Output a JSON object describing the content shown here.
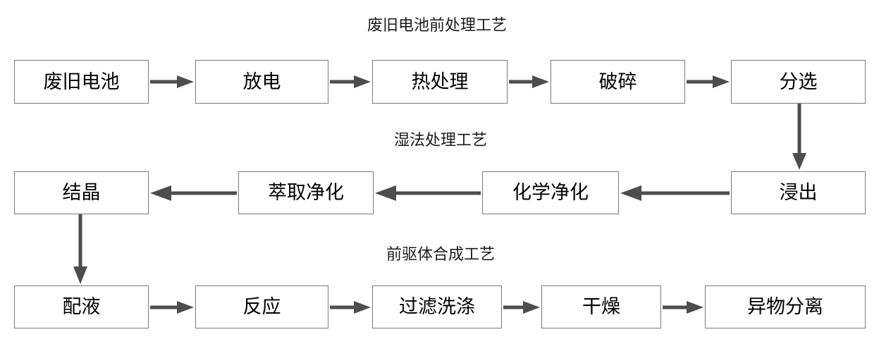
{
  "diagram": {
    "title_color": "#1a1a1a",
    "box_border_color": "#7a7a7a",
    "arrow_color": "#4d4d4d",
    "background": "#ffffff",
    "sections": [
      {
        "id": "pretreatment",
        "title": "废旧电池前处理工艺",
        "direction": "left-to-right",
        "nodes": [
          {
            "id": "waste-battery",
            "label": "废旧电池"
          },
          {
            "id": "discharge",
            "label": "放电"
          },
          {
            "id": "heat-treatment",
            "label": "热处理"
          },
          {
            "id": "crushing",
            "label": "破碎"
          },
          {
            "id": "sorting",
            "label": "分选"
          }
        ]
      },
      {
        "id": "hydrometallurgy",
        "title": "湿法处理工艺",
        "direction": "right-to-left",
        "nodes": [
          {
            "id": "crystallization",
            "label": "结晶"
          },
          {
            "id": "extraction-purification",
            "label": "萃取净化"
          },
          {
            "id": "chemical-purification",
            "label": "化学净化"
          },
          {
            "id": "leaching",
            "label": "浸出"
          }
        ]
      },
      {
        "id": "precursor-synthesis",
        "title": "前驱体合成工艺",
        "direction": "left-to-right",
        "nodes": [
          {
            "id": "solution-preparation",
            "label": "配液"
          },
          {
            "id": "reaction",
            "label": "反应"
          },
          {
            "id": "filtration-washing",
            "label": "过滤洗涤"
          },
          {
            "id": "drying",
            "label": "干燥"
          },
          {
            "id": "foreign-matter-separation",
            "label": "异物分离"
          }
        ]
      }
    ],
    "cross_links": [
      {
        "id": "sorting-to-leaching",
        "from": "sorting",
        "to": "leaching",
        "orientation": "vertical-down"
      },
      {
        "id": "crystallization-to-solution",
        "from": "crystallization",
        "to": "solution-preparation",
        "orientation": "vertical-down"
      }
    ]
  }
}
